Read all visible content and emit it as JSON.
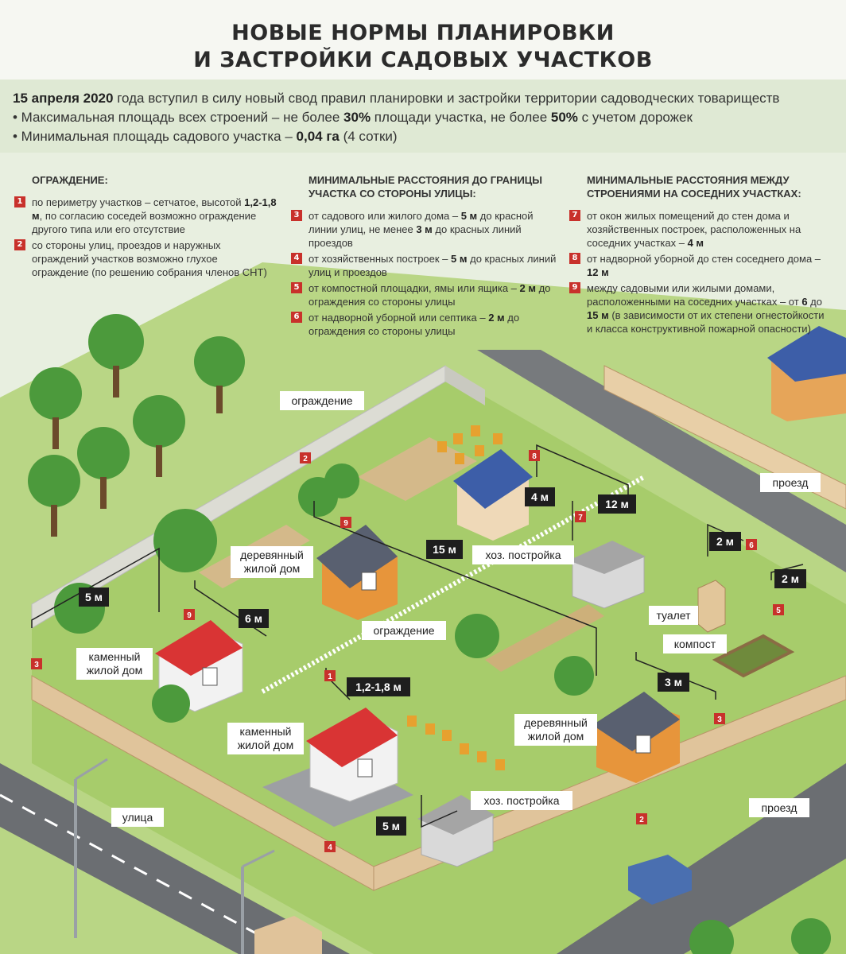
{
  "title": {
    "line1": "НОВЫЕ НОРМЫ ПЛАНИРОВКИ",
    "line2": "И ЗАСТРОЙКИ САДОВЫХ УЧАСТКОВ"
  },
  "intro": {
    "l1_date": "15 апреля 2020",
    "l1_text": " года вступил в силу новый свод правил планировки и застройки территории садоводческих товариществ",
    "l2_a": "• Максимальная площадь всех строений – не более ",
    "l2_b": "30%",
    "l2_c": " площади участка, не более ",
    "l2_d": "50%",
    "l2_e": " с учетом дорожек",
    "l3_a": "• Минимальная площадь садового  участка – ",
    "l3_b": "0,04 га",
    "l3_c": " (4 сотки)"
  },
  "sections": {
    "fence": {
      "title": "ОГРАЖДЕНИЕ:",
      "items": [
        {
          "num": "1",
          "a": "по периметру участков – сетчатое, высотой ",
          "b": "1,2-1,8 м",
          "c": ", по согласию соседей возможно ограждение другого типа или его отсутствие"
        },
        {
          "num": "2",
          "a": "со стороны улиц, проездов и наружных ограждений участков возможно глухое ограждение (по решению собрания членов СНТ)",
          "b": "",
          "c": ""
        }
      ]
    },
    "street": {
      "title": "МИНИМАЛЬНЫЕ РАССТОЯНИЯ ДО ГРАНИЦЫ УЧАСТКА СО СТОРОНЫ УЛИЦЫ:",
      "items": [
        {
          "num": "3",
          "a": "от садового или жилого дома – ",
          "b": "5 м",
          "c": " до красной линии улиц, не менее ",
          "d": "3 м",
          "e": " до красных линий проездов"
        },
        {
          "num": "4",
          "a": "от хозяйственных построек – ",
          "b": "5 м",
          "c": " до красных линий улиц и проездов",
          "d": "",
          "e": ""
        },
        {
          "num": "5",
          "a": "от компостной площадки, ямы или ящика – ",
          "b": "2 м",
          "c": " до ограждения со стороны улицы",
          "d": "",
          "e": ""
        },
        {
          "num": "6",
          "a": "от надворной уборной или септика – ",
          "b": "2 м",
          "c": " до ограждения со стороны улицы",
          "d": "",
          "e": ""
        }
      ]
    },
    "neighbors": {
      "title": "МИНИМАЛЬНЫЕ РАССТОЯНИЯ МЕЖДУ СТРОЕНИЯМИ НА СОСЕДНИХ УЧАСТКАХ:",
      "items": [
        {
          "num": "7",
          "a": "от окон жилых помещений до стен дома и хозяйственных построек, расположенных на соседних участках – ",
          "b": "4 м",
          "c": ""
        },
        {
          "num": "8",
          "a": "от надворной уборной до стен соседнего дома – ",
          "b": "12 м",
          "c": ""
        },
        {
          "num": "9",
          "a": "между садовыми или жилыми домами, расположенными на соседних участках – от ",
          "b": "6",
          "c": " до ",
          "d": "15 м",
          "e": " (в зависимости от их степени огнестойкости и класса конструктивной пожарной опасности)"
        }
      ]
    }
  },
  "labels": {
    "fence1": "ограждение",
    "fence2": "ограждение",
    "fence_height": "1,2-1,8 м",
    "wood_house1": [
      "деревянный",
      "жилой дом"
    ],
    "wood_house2": [
      "деревянный",
      "жилой дом"
    ],
    "stone_house1": [
      "каменный",
      "жилой дом"
    ],
    "stone_house2": [
      "каменный",
      "жилой дом"
    ],
    "shed1": "хоз. постройка",
    "shed2": "хоз. постройка",
    "toilet": "туалет",
    "compost": "компост",
    "street": "улица",
    "drive1": "проезд",
    "drive2": "проезд"
  },
  "distances": {
    "d5m_a": "5 м",
    "d6m": "6 м",
    "d15m": "15 м",
    "d4m": "4 м",
    "d12m": "12 м",
    "d2m_a": "2 м",
    "d2m_b": "2 м",
    "d3m": "3 м",
    "d5m_b": "5 м"
  },
  "markers": [
    "1",
    "2",
    "3",
    "4",
    "5",
    "6",
    "7",
    "8",
    "9"
  ],
  "colors": {
    "red_marker": "#c8312b",
    "grass": "#a7cc6b",
    "dark_label": "#1e1e1e"
  }
}
